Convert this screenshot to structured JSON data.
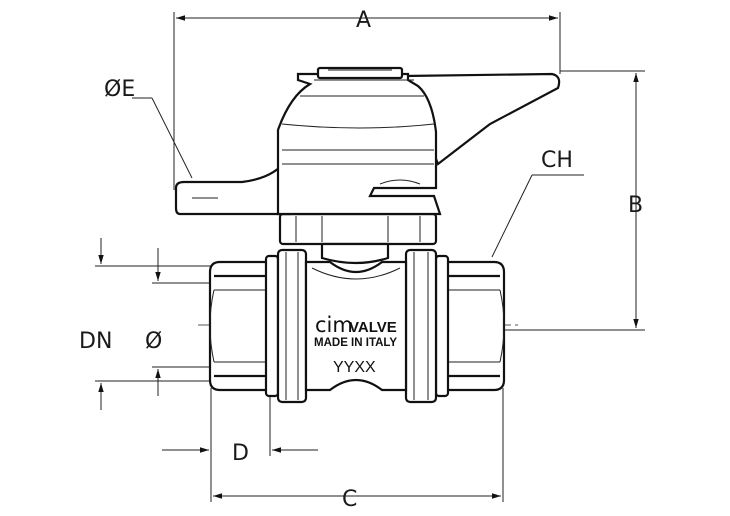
{
  "dimensions": {
    "a": "A",
    "b": "B",
    "c": "C",
    "d": "D",
    "e": "ØE",
    "ch": "CH",
    "dn": "DN",
    "phi": "Ø"
  },
  "marking": {
    "brand": "cim",
    "product": "VALVE",
    "origin": "MADE IN ITALY",
    "code": "YYXX"
  }
}
